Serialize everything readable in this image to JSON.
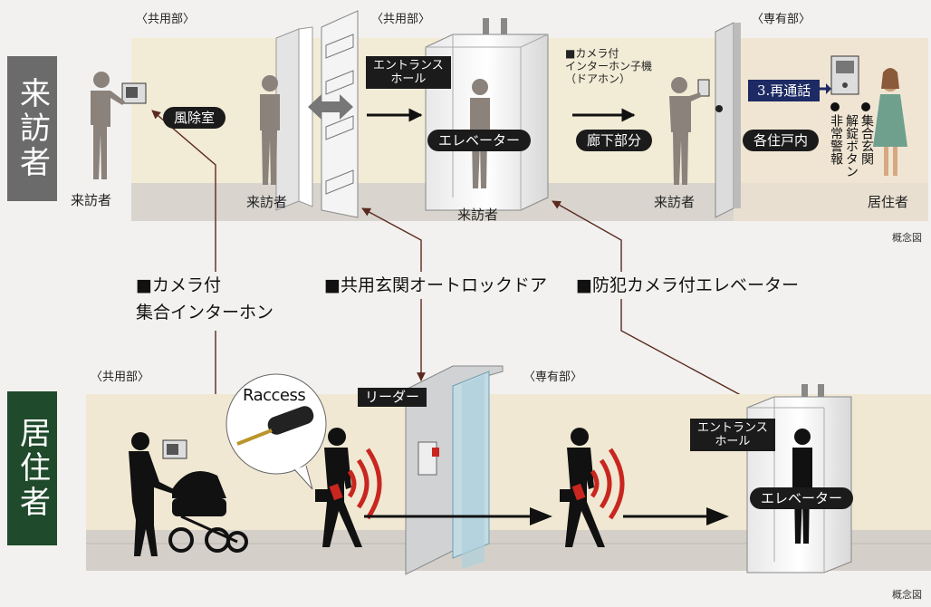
{
  "sections": {
    "visitor": "来訪者",
    "resident": "居住者"
  },
  "visitor_flow": {
    "zones": [
      "〈共用部〉",
      "〈共用部〉",
      "〈専有部〉"
    ],
    "rooms": {
      "windbreak": "風除室",
      "entrance_hall": "エントランス\nホール",
      "elevator": "エレベーター",
      "corridor": "廊下部分",
      "each_unit": "各住戸内"
    },
    "door_intercom": "■カメラ付\n インターホン子機\n（ドアホン）",
    "recall": "3.再通話",
    "unit_buttons": [
      "集合玄関",
      "解錠ボタン",
      "非常警報"
    ],
    "figures": [
      "来訪者",
      "来訪者",
      "来訪者",
      "来訪者"
    ],
    "resident_label": "居住者",
    "note": "概念図"
  },
  "features": {
    "intercom": "■カメラ付\n  集合インターホン",
    "autolock": "■共用玄関オートロックドア",
    "elevator_camera": "■防犯カメラ付エレベーター"
  },
  "resident_flow": {
    "zones": [
      "〈共用部〉",
      "〈専有部〉"
    ],
    "brand": "Raccess",
    "reader": "リーダー",
    "entrance_hall": "エントランス\nホール",
    "elevator": "エレベーター",
    "note": "概念図"
  },
  "colors": {
    "visitor_bar": "#6b6b6b",
    "resident_bar": "#1f4a2b",
    "connector": "#5a2a20",
    "signal": "#c8261f",
    "recall": "#1d2a63"
  }
}
